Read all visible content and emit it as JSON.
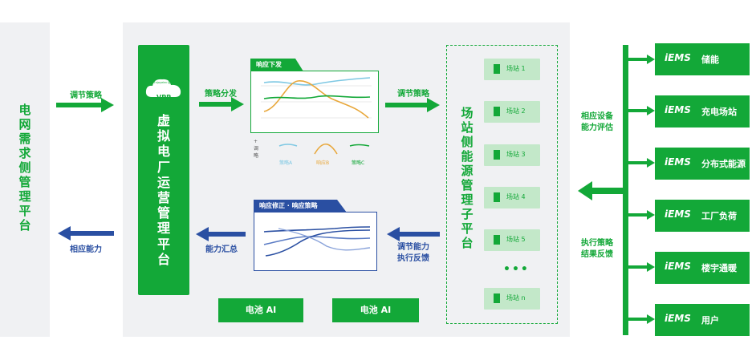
{
  "left_panel": {
    "title_chars": [
      "电",
      "网",
      "需",
      "求",
      "侧",
      "管",
      "理",
      "平",
      "台"
    ]
  },
  "vpp": {
    "cloud_brand": "Enjoyelec·能源",
    "cloud_label": "VPP",
    "title_chars": [
      "虚",
      "拟",
      "电",
      "厂",
      "运",
      "营",
      "管",
      "理",
      "平",
      "台"
    ]
  },
  "station_platform": {
    "title_chars": [
      "场",
      "站",
      "侧",
      "能",
      "源",
      "管",
      "理",
      "子",
      "平",
      "台"
    ]
  },
  "arrows": {
    "adjust_strategy_1": "调节策略",
    "response_capability": "相应能力",
    "strategy_dispatch": "策略分发",
    "capability_summary": "能力汇总",
    "adjust_strategy_2": "调节策略",
    "adjust_capability_line1": "调节能力",
    "adjust_capability_line2": "执行反馈",
    "device_assess_line1": "相应设备",
    "device_assess_line2": "能力评估",
    "exec_feedback_line1": "执行策略",
    "exec_feedback_line2": "结果反馈"
  },
  "chart_top": {
    "tab": "响应下发",
    "legend_side": [
      "+",
      "调",
      "略"
    ],
    "legend": [
      "策略A",
      "响应B",
      "策略C"
    ]
  },
  "chart_bottom": {
    "tab": "响应修正 · 响应策略"
  },
  "ai_buttons": [
    "电池 AI",
    "电池 AI"
  ],
  "stations": [
    "场站 1",
    "场站 2",
    "场站 3",
    "场站 4",
    "场站 5",
    "场站 n"
  ],
  "dots": "•••",
  "iems": {
    "logo": "iEMS",
    "items": [
      "储能",
      "充电场站",
      "分布式能源",
      "工厂负荷",
      "楼宇通暖",
      "用户"
    ]
  },
  "colors": {
    "green": "#13a838",
    "blue": "#2a4fa2",
    "light_green": "#c3e8c9",
    "panel_gray": "#f0f1f3"
  }
}
